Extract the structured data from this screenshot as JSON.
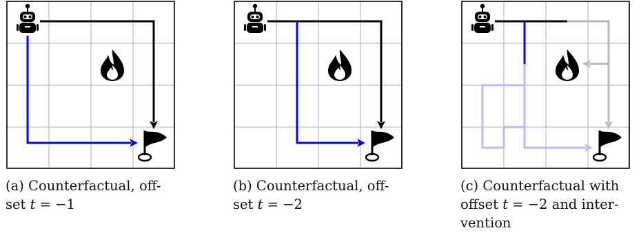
{
  "panels": [
    {
      "id": "a",
      "label": "(a)",
      "caption_line1": "Counterfactual, off-",
      "caption_line2_prefix": "set ",
      "math_var": "t",
      "math_eq": " = −1",
      "caption_line3": ""
    },
    {
      "id": "b",
      "label": "(b)",
      "caption_line1": "Counterfactual, off-",
      "caption_line2_prefix": "set ",
      "math_var": "t",
      "math_eq": " = −2",
      "caption_line3": ""
    },
    {
      "id": "c",
      "label": "(c)",
      "caption_line1": "Counterfactual with",
      "caption_line2_prefix": "offset ",
      "math_var": "t",
      "math_eq": " = −2 and inter-",
      "caption_line3": "vention"
    }
  ],
  "colors": {
    "original_path": "#000000",
    "counterfactual_path": "#0000ff",
    "faded_counterfactual_path": "#b8b8ff",
    "faded_original_path": "#b8b8b8",
    "grid": "#999999",
    "border": "#000000"
  },
  "icons": {
    "agent": "robot-icon",
    "hazard": "fire-icon",
    "goal": "flag-icon"
  }
}
